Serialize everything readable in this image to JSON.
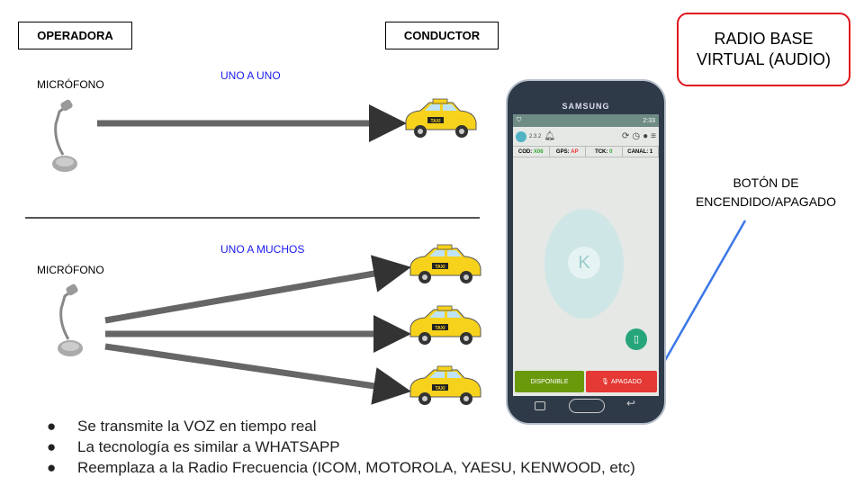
{
  "headers": {
    "operadora": "OPERADORA",
    "conductor": "CONDUCTOR"
  },
  "radio_base": {
    "line1": "RADIO BASE",
    "line2": "VIRTUAL (AUDIO)"
  },
  "one_to_one": {
    "mic_label": "MICRÓFONO",
    "mode_label": "UNO A UNO"
  },
  "one_to_many": {
    "mic_label": "MICRÓFONO",
    "mode_label": "UNO A MUCHOS"
  },
  "taxi_label": "TAXI",
  "button_note": {
    "line1": "BOTÓN DE",
    "line2": "ENCENDIDO/APAGADO"
  },
  "phone": {
    "brand": "SAMSUNG",
    "time": "2:33",
    "version": "2.3.2",
    "cod_label": "COD:",
    "cod_value": "X06",
    "gps_label": "GPS:",
    "gps_value": "AP",
    "tck_label": "TCK:",
    "tck_value": "0",
    "canal_label": "CANAL:",
    "canal_value": "1",
    "available_button": "DISPONIBLE",
    "off_button": "APAGADO",
    "colors": {
      "green": "#6a9a0c",
      "red": "#e53935",
      "status": "#6f8b86"
    }
  },
  "bullets": [
    "Se transmite la VOZ en tiempo real",
    "La tecnología es similar a WHATSAPP",
    "Reemplaza a la Radio Frecuencia (ICOM, MOTOROLA, YAESU, KENWOOD, etc)"
  ]
}
